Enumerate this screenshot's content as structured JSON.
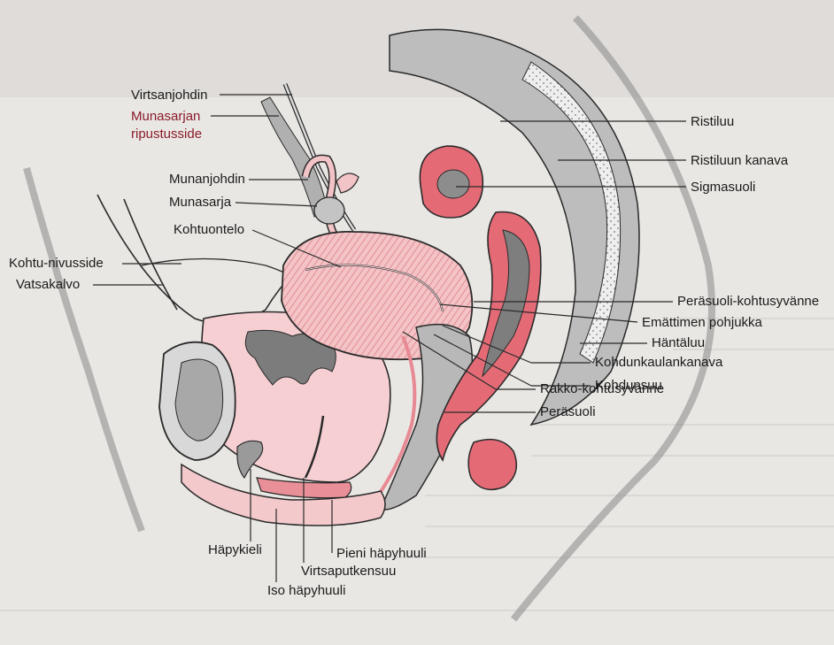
{
  "labels": {
    "ureter": "Virtsanjohdin",
    "ovary_ligament_1": "Munasarjan",
    "ovary_ligament_2": "ripustusside",
    "fallopian_tube": "Munanjohdin",
    "ovary": "Munasarja",
    "uterine_cavity": "Kohtuontelo",
    "round_ligament": "Kohtu-nivusside",
    "peritoneum": "Vatsakalvo",
    "sacrum": "Ristiluu",
    "sacral_canal": "Ristiluun kanava",
    "sigmoid_colon": "Sigmasuoli",
    "rectouterine_pouch": "Peräsuoli-kohtusyvänne",
    "vaginal_fornix": "Emättimen pohjukka",
    "coccyx": "Häntäluu",
    "cervical_canal": "Kohdunkaulankanava",
    "cervix_os": "Kohdunsuu",
    "vesicouterine_pouch": "Rakko-kohtusyvänne",
    "rectum": "Peräsuoli",
    "clitoris": "Häpykieli",
    "urethral_opening": "Virtsaputkensuu",
    "labia_minora": "Pieni häpyhuuli",
    "labia_majora": "Iso häpyhuuli"
  },
  "colors": {
    "tissue_pink": "#f0b9bd",
    "tissue_red": "#d9606c",
    "bone_grey": "#b3b3b3",
    "dark_grey": "#6e6e6e",
    "outline": "#2a2a2a",
    "label_accent": "#8a1c2b"
  }
}
